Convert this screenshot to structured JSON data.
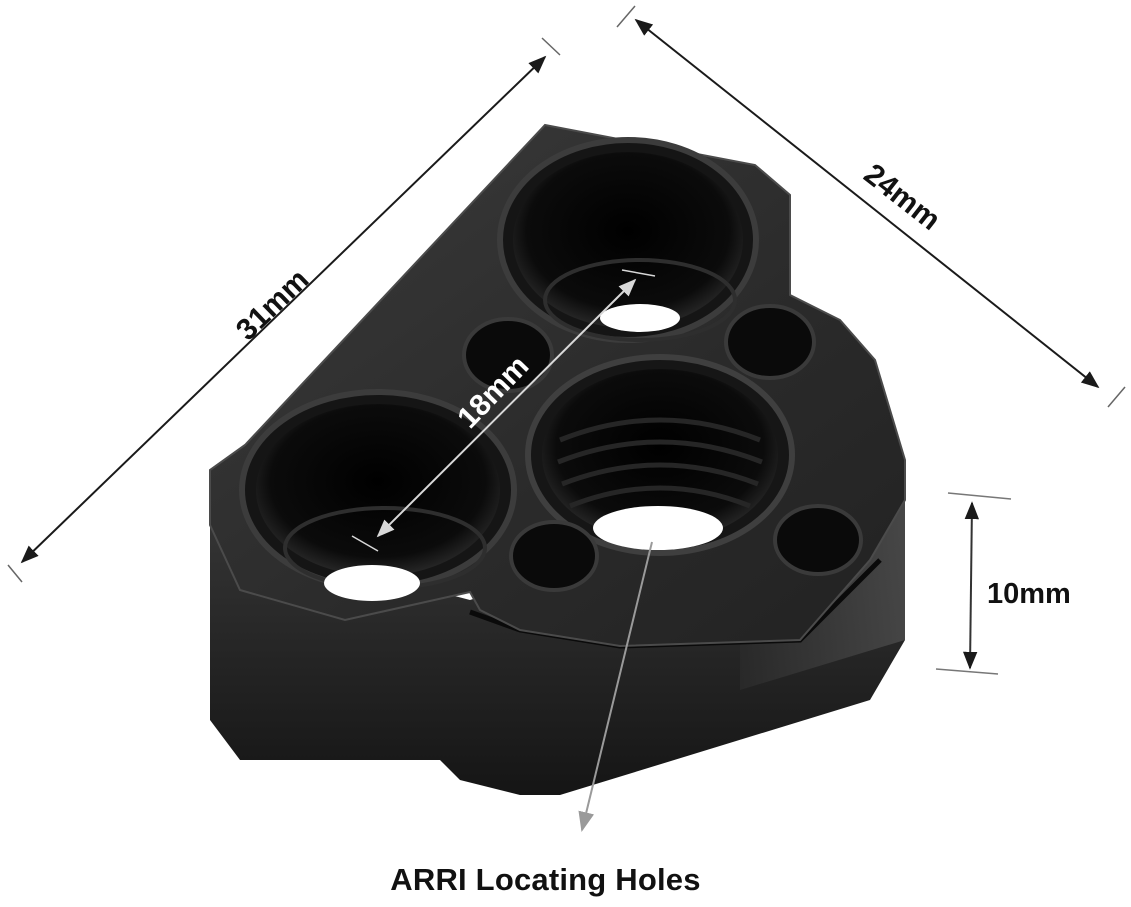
{
  "diagram": {
    "subject": "Black aluminum mounting plate with ARRI locating holes",
    "colors": {
      "background": "#ffffff",
      "part_top": "#2b2b2b",
      "part_side": "#1e1e1e",
      "part_edge": "#555555",
      "hole": "#0a0a0a",
      "dimension_line_dark": "#1a1a1a",
      "dimension_line_light": "#d8d8d8",
      "leader_line": "#9a9a9a"
    },
    "dimensions": {
      "length": {
        "label": "31mm",
        "orientation": "diagonal-left"
      },
      "width": {
        "label": "24mm",
        "orientation": "diagonal-right"
      },
      "hole_spacing": {
        "label": "18mm",
        "orientation": "diagonal-on-part"
      },
      "height": {
        "label": "10mm",
        "orientation": "vertical"
      }
    },
    "callout": {
      "label": "ARRI Locating Holes"
    }
  }
}
